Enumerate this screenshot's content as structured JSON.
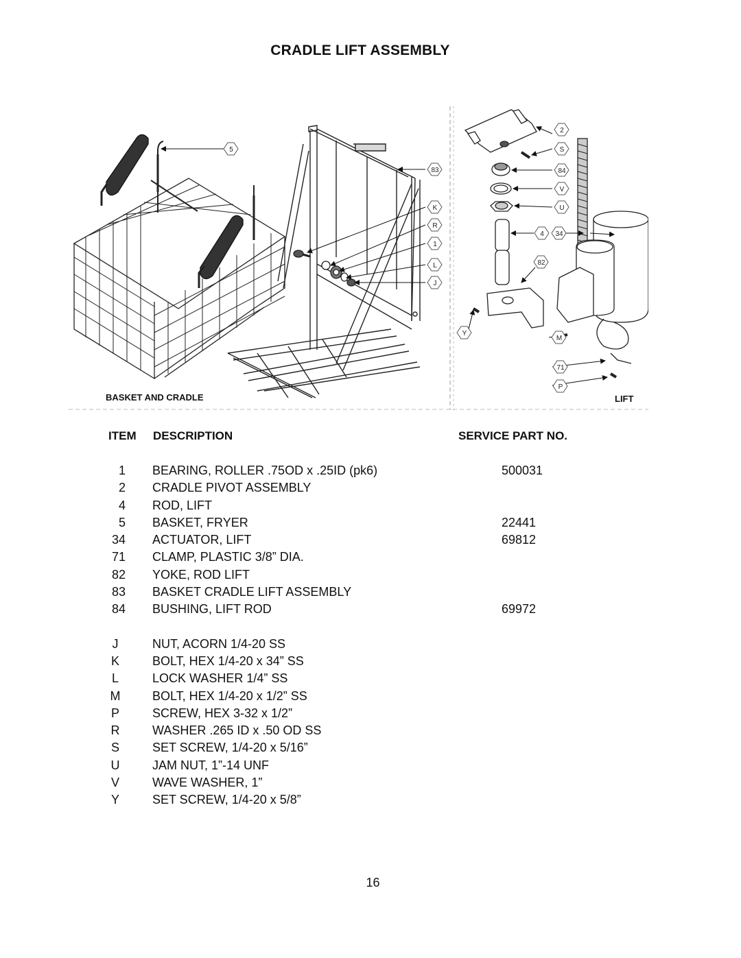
{
  "title": "CRADLE LIFT ASSEMBLY",
  "figure": {
    "left_label": "BASKET AND CRADLE",
    "right_label": "LIFT",
    "callouts": [
      "5",
      "83",
      "K",
      "R",
      "1",
      "L",
      "J",
      "2",
      "S",
      "84",
      "V",
      "U",
      "4",
      "34",
      "82",
      "Y",
      "M",
      "71",
      "P"
    ]
  },
  "table": {
    "headers": {
      "item": "ITEM",
      "description": "DESCRIPTION",
      "part": "SERVICE PART NO."
    },
    "numbered_rows": [
      {
        "item": "1",
        "description": "BEARING, ROLLER .75OD x .25ID (pk6)",
        "part": "500031"
      },
      {
        "item": "2",
        "description": "CRADLE PIVOT ASSEMBLY",
        "part": ""
      },
      {
        "item": "4",
        "description": "ROD, LIFT",
        "part": ""
      },
      {
        "item": "5",
        "description": "BASKET, FRYER",
        "part": "22441"
      },
      {
        "item": "34",
        "description": "ACTUATOR, LIFT",
        "part": "69812"
      },
      {
        "item": "71",
        "description": "CLAMP, PLASTIC 3/8” DIA.",
        "part": ""
      },
      {
        "item": "82",
        "description": "YOKE, ROD LIFT",
        "part": ""
      },
      {
        "item": "83",
        "description": "BASKET CRADLE LIFT ASSEMBLY",
        "part": ""
      },
      {
        "item": "84",
        "description": "BUSHING, LIFT ROD",
        "part": "69972"
      }
    ],
    "lettered_rows": [
      {
        "item": "J",
        "description": "NUT, ACORN 1/4-20 SS"
      },
      {
        "item": "K",
        "description": "BOLT, HEX 1/4-20 x 34” SS"
      },
      {
        "item": "L",
        "description": "LOCK WASHER 1/4” SS"
      },
      {
        "item": "M",
        "description": "BOLT, HEX 1/4-20 x 1/2” SS"
      },
      {
        "item": "P",
        "description": "SCREW, HEX 3-32 x 1/2”"
      },
      {
        "item": "R",
        "description": "WASHER .265 ID x .50 OD SS"
      },
      {
        "item": "S",
        "description": "SET SCREW, 1/4-20 x 5/16”"
      },
      {
        "item": "U",
        "description": "JAM NUT, 1”-14 UNF"
      },
      {
        "item": "V",
        "description": "WAVE WASHER, 1”"
      },
      {
        "item": "Y",
        "description": "SET SCREW, 1/4-20 x 5/8”"
      }
    ]
  },
  "page_number": "16"
}
